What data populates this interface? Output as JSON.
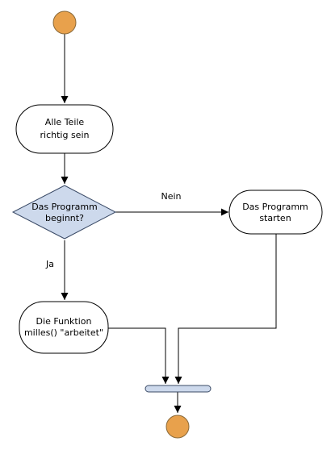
{
  "diagram": {
    "type": "uml-activity",
    "nodes": {
      "start": {
        "kind": "initial",
        "fill": "#e8a14c"
      },
      "check_parts": {
        "kind": "action",
        "lines": [
          "Alle Teile",
          "richtig sein"
        ]
      },
      "decision": {
        "kind": "decision",
        "lines": [
          "Das Programm",
          "beginnt?"
        ],
        "fill": "#cdd9ec"
      },
      "start_program": {
        "kind": "action",
        "lines": [
          "Das Programm",
          "starten"
        ]
      },
      "function_works": {
        "kind": "action",
        "lines": [
          "Die Funktion",
          "milles() \"arbeitet\""
        ]
      },
      "join": {
        "kind": "join-bar",
        "fill": "#cdd9ec"
      },
      "end": {
        "kind": "final",
        "fill": "#e8a14c"
      }
    },
    "edges": [
      {
        "from": "start",
        "to": "check_parts",
        "label": ""
      },
      {
        "from": "check_parts",
        "to": "decision",
        "label": ""
      },
      {
        "from": "decision",
        "to": "start_program",
        "label": "Nein"
      },
      {
        "from": "decision",
        "to": "function_works",
        "label": "Ja"
      },
      {
        "from": "function_works",
        "to": "join",
        "label": ""
      },
      {
        "from": "start_program",
        "to": "join",
        "label": ""
      },
      {
        "from": "join",
        "to": "end",
        "label": ""
      }
    ]
  }
}
